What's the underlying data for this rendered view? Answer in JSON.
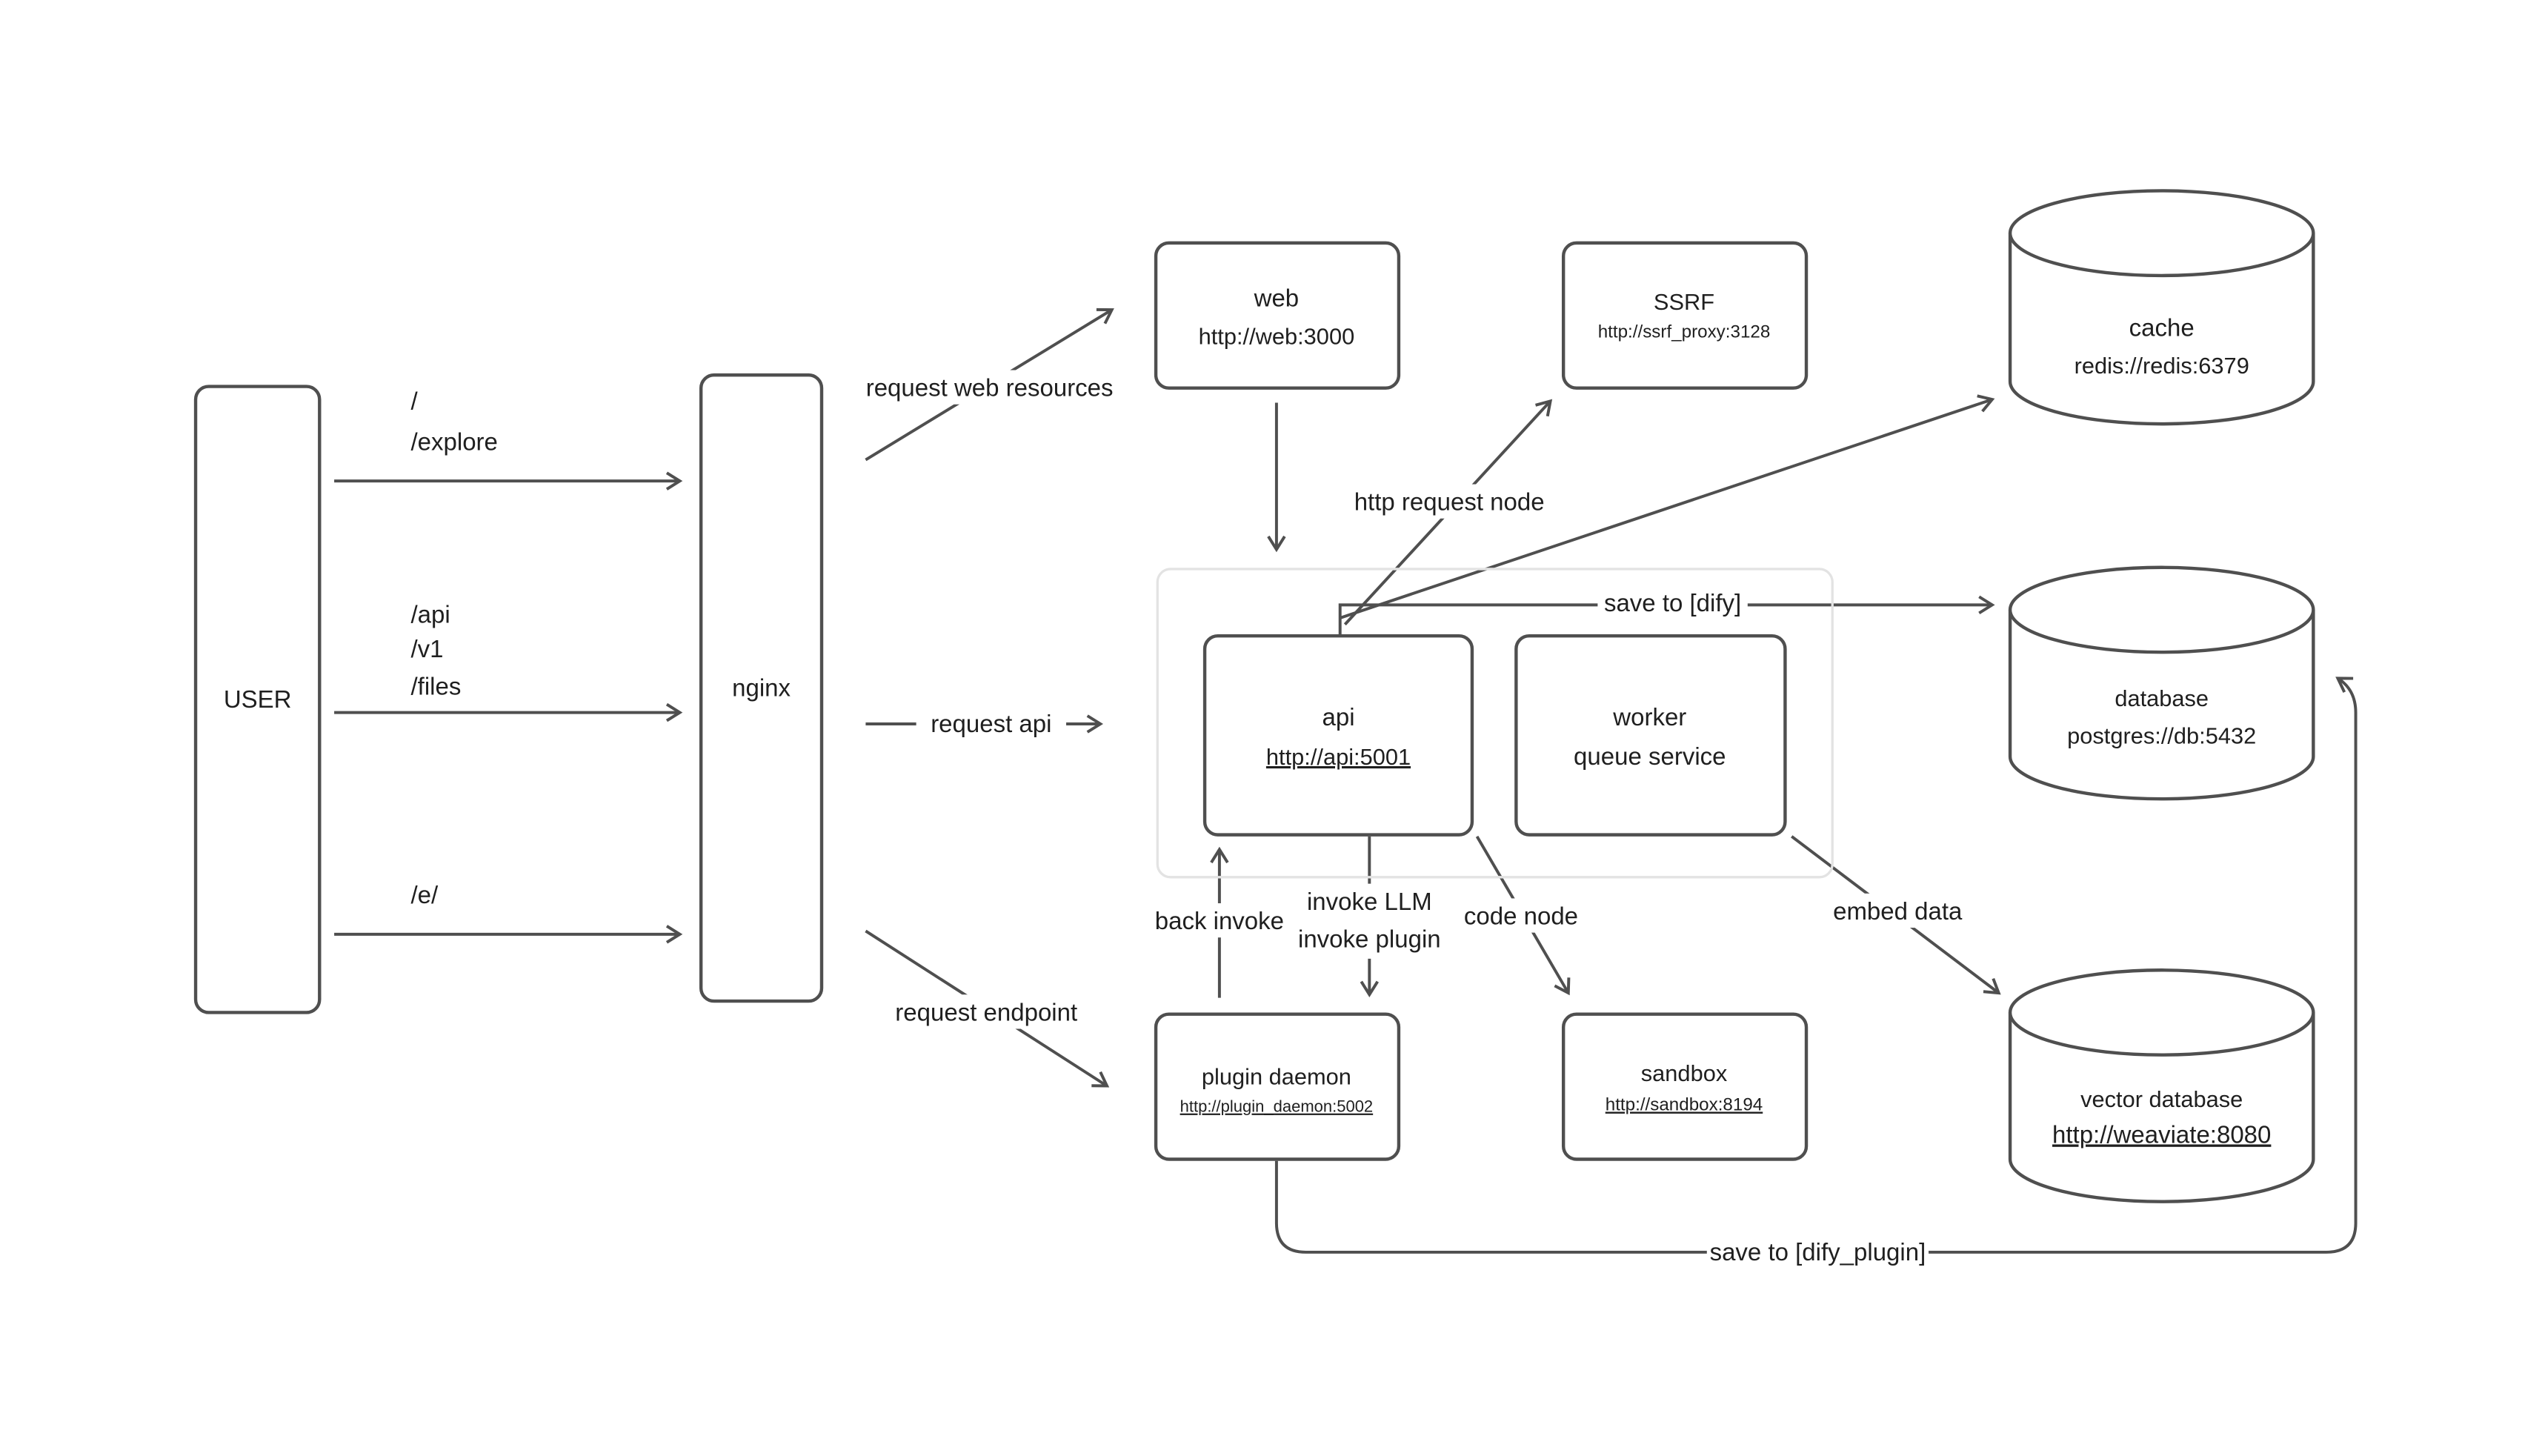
{
  "colors": {
    "stroke": "#4f4f4f",
    "text": "#1f1f1f",
    "container_stroke": "#e3e3e3",
    "background": "#ffffff"
  },
  "nodes": {
    "user": {
      "label": "USER"
    },
    "nginx": {
      "label": "nginx"
    },
    "web": {
      "title": "web",
      "url": "http://web:3000"
    },
    "ssrf": {
      "title": "SSRF",
      "url": "http://ssrf_proxy:3128"
    },
    "api": {
      "title": "api",
      "url": "http://api:5001"
    },
    "worker": {
      "title": "worker",
      "subtitle": "queue service"
    },
    "plugin_daemon": {
      "title": "plugin daemon",
      "url": "http://plugin_daemon:5002"
    },
    "sandbox": {
      "title": "sandbox",
      "url": "http://sandbox:8194"
    },
    "cache": {
      "title": "cache",
      "url": "redis://redis:6379"
    },
    "database": {
      "title": "database",
      "url": "postgres://db:5432"
    },
    "vector_database": {
      "title": "vector database",
      "url": "http://weaviate:8080"
    }
  },
  "edges": {
    "user_web_routes": {
      "lines": [
        "/",
        "/explore"
      ]
    },
    "user_api_routes": {
      "lines": [
        "/api",
        "/v1",
        "/files"
      ]
    },
    "user_endpoint_routes": {
      "lines": [
        "/e/"
      ]
    },
    "request_web": "request web resources",
    "request_api": "request api",
    "request_endpoint": "request endpoint",
    "http_request_node": "http request node",
    "save_to_dify": "save to [dify]",
    "back_invoke": "back invoke",
    "invoke": {
      "lines": [
        "invoke LLM",
        "invoke plugin"
      ]
    },
    "code_node": "code node",
    "embed_data": "embed data",
    "save_to_dify_plugin": "save to [dify_plugin]"
  }
}
